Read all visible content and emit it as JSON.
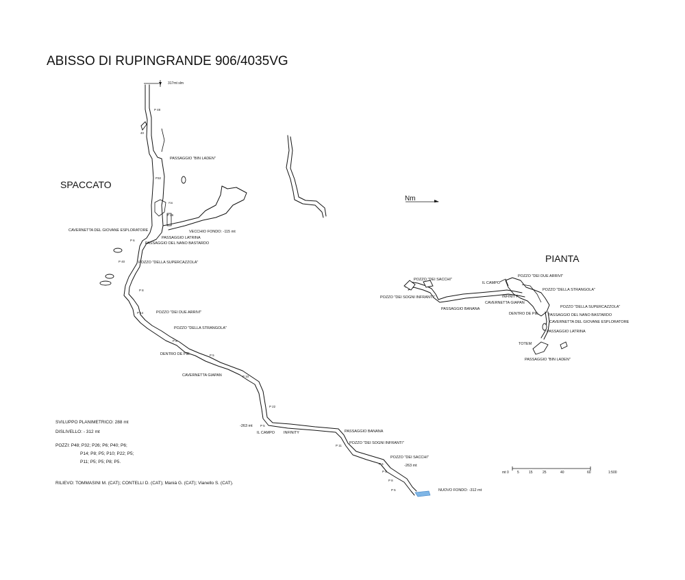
{
  "title": "ABISSO DI RUPINGRANDE 906/4035VG",
  "section_spaccato": "SPACCATO",
  "section_pianta": "PIANTA",
  "north_label": "Nm",
  "elevation_label": "317mt slm",
  "spaccato_labels": {
    "p48": "P 48",
    "p40_top": "40",
    "bin_laden": "PASSAGGIO \"BIN LADEN\"",
    "p32": "P32",
    "p26": "P 26",
    "p26_side": "P26",
    "cavernetta_giovane": "CAVERNETTA DEL GIOVANE ESPLORATORE",
    "vecchio_fondo": "VECCHIO FONDO: -115 mt",
    "latrina": "PASSAGGIO LATRINA",
    "nano_bastardo": "PASSAGGIO DEL NANO BASTARDO",
    "p6": "P 6",
    "p40": "P 40",
    "supercazzola": "POZZO \"DELLA SUPERCAZZOLA\"",
    "p8_a": "P 8",
    "p14": "P 14",
    "dei_due_arrivi": "POZZO \"DEI DUE ARRIVI\"",
    "della_strangola": "POZZO \"DELLA STRANGOLA\"",
    "p8_b": "P 8",
    "dentro_de_pie": "DENTRO DE PIE",
    "p5_a": "P 5",
    "cavernetta_giapan": "CAVERNETTA GIAPAN",
    "p10": "P 10",
    "p22": "P 22",
    "minus263": "-263 mt",
    "p5_b": "P 5",
    "il_campo": "IL CAMPO",
    "infinity": "INFINITY",
    "passaggio_banana": "PASSAGGIO BANANA",
    "p11": "P 11",
    "sogni_infranti": "POZZO \"DEI SOGNI INFRANTI\"",
    "dei_sacchi": "POZZO \"DEI SACCHI\"",
    "p5_c": "P 5",
    "minus263_b": "-263 mt",
    "p5_d": "P 5",
    "p8_c": "P 8",
    "p5_e": "P 5",
    "nuovo_fondo": "NUOVO FONDO: -312 mt"
  },
  "pianta_labels": {
    "dei_sacchi": "POZZO \"DEI SACCHI\"",
    "sogni_infranti": "POZZO \"DEI SOGNI INFRANTI\"",
    "il_campo": "IL CAMPO",
    "dei_due_arrivi": "POZZO \"DEI DUE ARRIVI\"",
    "della_strangola": "POZZO \"DELLA STRANGOLA\"",
    "infinity": "INFINITY",
    "cavernetta_giapan": "CAVERNETTA GIAPAN",
    "supercazzola": "POZZO \"DELLA SUPERCAZZOLA\"",
    "passaggio_banana": "PASSAGGIO BANANA",
    "dentro_de_pie": "DENTRO DE PIE",
    "nano_bastardo": "PASSAGGIO DEL NANO BASTARDO",
    "cavernetta_giovane": "CAVERNETTA DEL GIOVANE ESPLORATORE",
    "latrina": "PASSAGGIO LATRINA",
    "totem": "TOTEM",
    "bin_laden": "PASSAGGIO \"BIN LADEN\""
  },
  "info": {
    "sviluppo": "SVILUPPO PLANIMETRICO: 288 mt",
    "dislivello": "DISLIVELLO: - 312 mt",
    "pozzi_1": "POZZI: P48; P32; P26; P6; P40; P6;",
    "pozzi_2": "P14; P8; P5; P10; P22; P5;",
    "pozzi_3": "P11; P5; P5; P8; P5.",
    "rilievo": "RILIEVO: TOMMASINI M. (CAT); CONTELLI D. (CAT); Maniá G. (CAT); Vianello S. (CAT)."
  },
  "scale": {
    "ticks": [
      "mt 0",
      "5",
      "15",
      "25",
      "40",
      "60"
    ],
    "ratio": "1:500"
  }
}
